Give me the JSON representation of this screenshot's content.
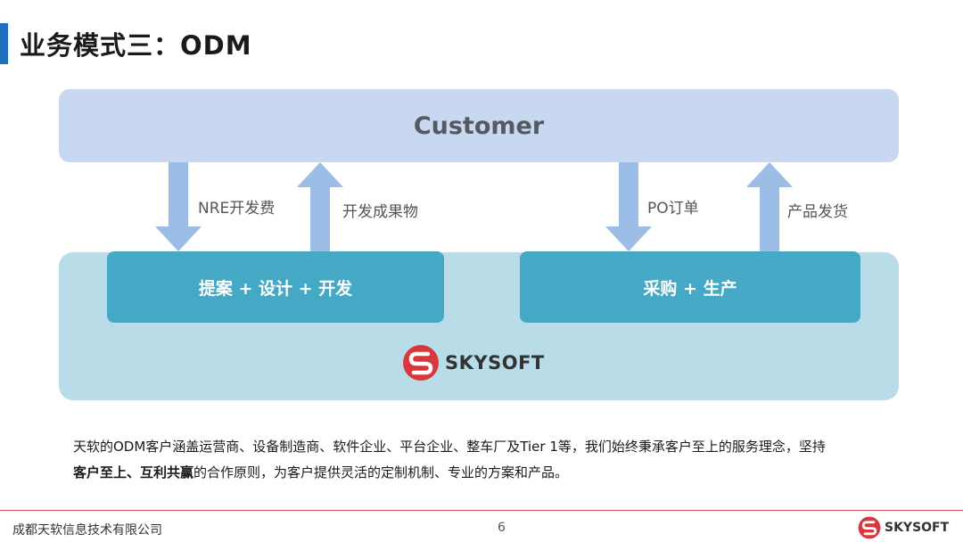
{
  "slide": {
    "title": "业务模式三：ODM",
    "customer_label": "Customer",
    "process_boxes": [
      "提案 + 设计 + 开发",
      "采购 + 生产"
    ],
    "arrows": [
      {
        "label": "NRE开发费",
        "direction": "down"
      },
      {
        "label": "开发成果物",
        "direction": "up"
      },
      {
        "label": "PO订单",
        "direction": "down"
      },
      {
        "label": "产品发货",
        "direction": "up"
      }
    ],
    "brand_name": "SKYSOFT",
    "description": {
      "line1": "天软的ODM客户涵盖运营商、设备制造商、软件企业、平台企业、整车厂及Tier 1等，我们始终秉承客户至上的服务理念，坚持",
      "bold1": "客户至上、互利共赢",
      "line2_rest": "的合作原则，为客户提供灵活的定制机制、专业的方案和产品。"
    }
  },
  "footer": {
    "company": "成都天软信息技术有限公司",
    "page_number": "6",
    "brand_name": "SKYSOFT"
  },
  "colors": {
    "accent": "#1f6fbf",
    "customer_bg": "#c7d8f0",
    "company_bg": "#b8dde8",
    "process_bg": "#45a8c4",
    "arrow": "#9cbde6",
    "logo_red": "#d9363e",
    "footer_line": "#d05050"
  }
}
